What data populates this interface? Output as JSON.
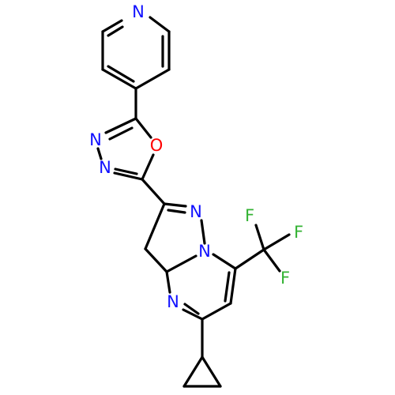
{
  "molecule": {
    "atoms": {
      "n_pyridine": {
        "label": "N",
        "color": "#1010ff"
      },
      "o_oxadiazole": {
        "label": "O",
        "color": "#ff0000"
      },
      "n_oxadiazole_3": {
        "label": "N",
        "color": "#1010ff"
      },
      "n_oxadiazole_4": {
        "label": "N",
        "color": "#1010ff"
      },
      "n_pyrazole_1": {
        "label": "N",
        "color": "#1010ff"
      },
      "n_bridgehead": {
        "label": "N",
        "color": "#1010ff"
      },
      "n_pyrimidine_4": {
        "label": "N",
        "color": "#1010ff"
      },
      "f_1": {
        "label": "F",
        "color": "#34b334"
      },
      "f_2": {
        "label": "F",
        "color": "#34b334"
      },
      "f_3": {
        "label": "F",
        "color": "#34b334"
      }
    }
  }
}
